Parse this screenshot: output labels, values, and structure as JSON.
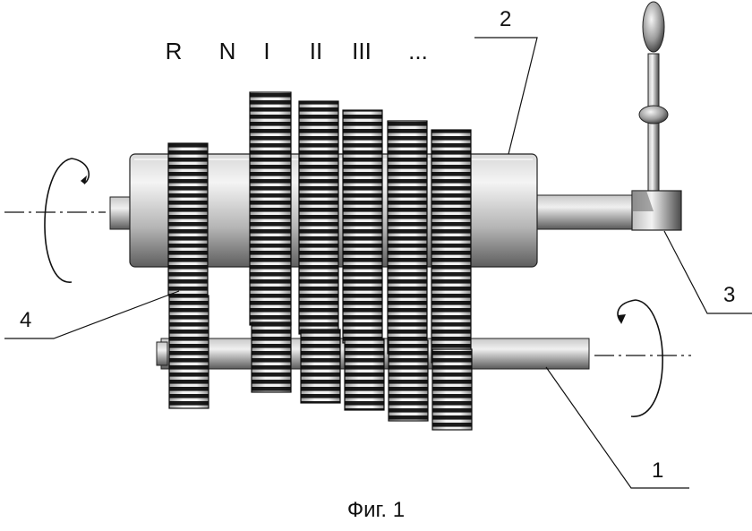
{
  "gear_labels": [
    "R",
    "N",
    "I",
    "II",
    "III",
    "..."
  ],
  "callouts": {
    "c1": "1",
    "c2": "2",
    "c3": "3",
    "c4": "4"
  },
  "caption": "Фиг. 1",
  "colors": {
    "ink": "#111111",
    "teeth_dark": "#1b1b1b",
    "teeth_light": "#f2f2f2",
    "shaft": "#9a9a9a"
  },
  "icons": [
    "rotation-arrow-icon",
    "rotation-arrow-icon"
  ]
}
